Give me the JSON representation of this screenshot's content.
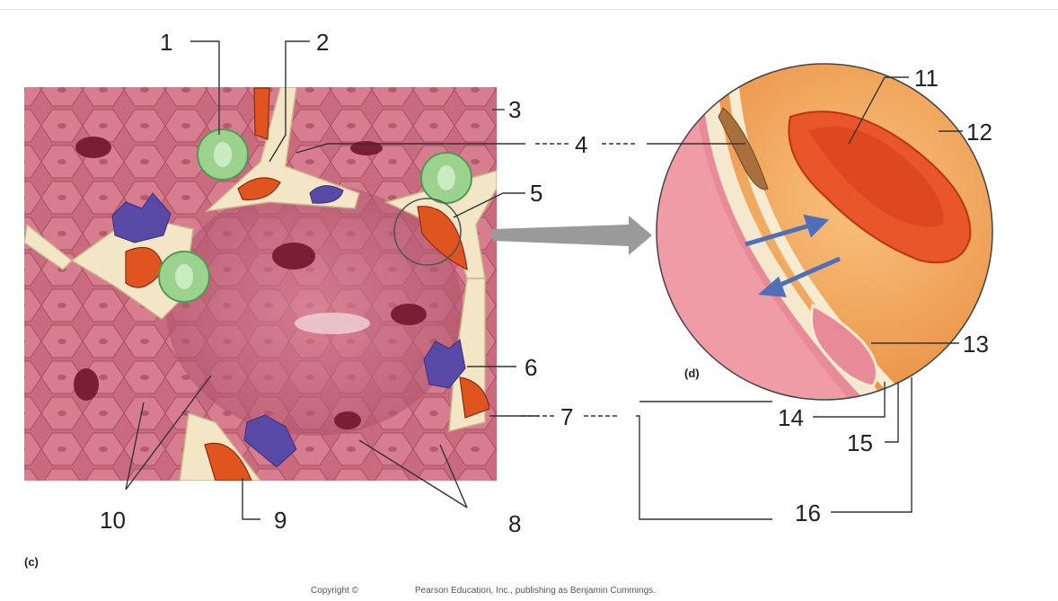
{
  "labels": {
    "l1": "1",
    "l2": "2",
    "l3": "3",
    "l4": "4",
    "l5": "5",
    "l6": "6",
    "l7": "7",
    "l8": "8",
    "l9": "9",
    "l10": "10",
    "l11": "11",
    "l12": "12",
    "l13": "13",
    "l14": "14",
    "l15": "15",
    "l16": "16"
  },
  "panels": {
    "c": "(c)",
    "d": "(d)"
  },
  "credit": {
    "copyright": "Copyright ©",
    "publisher": "Pearson Education, Inc., publishing as Benjamin Cummings."
  },
  "colors": {
    "alveolar_pink": "#c96a7e",
    "capillary_orange": "#e0541f",
    "macrophage_purple": "#5a4aa8",
    "green_cell": "#9bd38e",
    "plasma_peach": "#f3a968",
    "arrow_blue": "#4f6fb8",
    "connector_gray": "#9a9a9a"
  }
}
